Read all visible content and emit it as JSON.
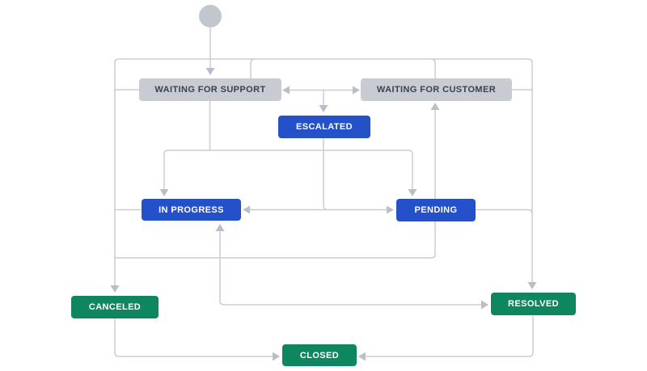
{
  "workflow": {
    "start_node": {
      "name": "create-start-point"
    },
    "statuses": [
      {
        "id": "waiting-for-support",
        "label": "WAITING FOR SUPPORT",
        "category": "todo"
      },
      {
        "id": "waiting-for-customer",
        "label": "WAITING FOR CUSTOMER",
        "category": "todo"
      },
      {
        "id": "escalated",
        "label": "ESCALATED",
        "category": "in_progress"
      },
      {
        "id": "in-progress",
        "label": "IN PROGRESS",
        "category": "in_progress"
      },
      {
        "id": "pending",
        "label": "PENDING",
        "category": "in_progress"
      },
      {
        "id": "canceled",
        "label": "CANCELED",
        "category": "done"
      },
      {
        "id": "resolved",
        "label": "RESOLVED",
        "category": "done"
      },
      {
        "id": "closed",
        "label": "CLOSED",
        "category": "done"
      }
    ],
    "edges": [
      {
        "from": "start",
        "to": "waiting-for-support"
      },
      {
        "from": "waiting-for-support",
        "to": "waiting-for-customer"
      },
      {
        "from": "waiting-for-customer",
        "to": "waiting-for-support"
      },
      {
        "from": "waiting-for-support / waiting-for-customer",
        "to": "escalated"
      },
      {
        "from": "waiting-for-support",
        "to": "in-progress"
      },
      {
        "from": "waiting-for-support",
        "to": "pending"
      },
      {
        "from": "escalated",
        "to": "pending"
      },
      {
        "from": "pending",
        "to": "waiting-for-customer"
      },
      {
        "from": "in-progress",
        "to": "pending"
      },
      {
        "from": "pending",
        "to": "in-progress"
      },
      {
        "from": "in-progress",
        "to": "resolved"
      },
      {
        "from": "resolved",
        "to": "in-progress"
      },
      {
        "from": "waiting-for-support / in-progress / pending / waiting-for-customer",
        "to": "canceled"
      },
      {
        "from": "waiting-for-customer / pending",
        "to": "resolved"
      },
      {
        "from": "canceled",
        "to": "closed"
      },
      {
        "from": "resolved",
        "to": "closed"
      }
    ],
    "colors": {
      "todo": {
        "bg": "#C8CBD1",
        "text": "#39424F"
      },
      "in_progress": {
        "bg": "#2450C9",
        "text": "#FFFFFF"
      },
      "done": {
        "bg": "#0E8660",
        "text": "#FFFFFF"
      },
      "start": {
        "bg": "#C2C7CE"
      },
      "line": "#C9CDD4",
      "arrow": "#B9BFC8"
    }
  }
}
